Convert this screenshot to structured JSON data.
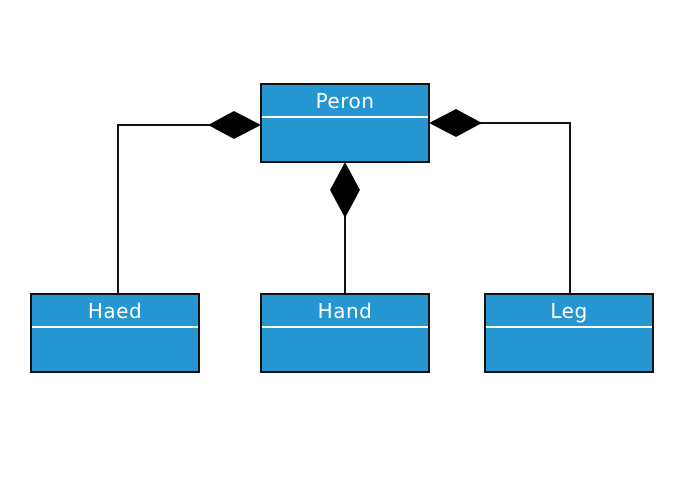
{
  "diagram": {
    "type": "uml-composition",
    "node_fill_color": "#2596d1",
    "node_border_color": "#111111",
    "node_text_color": "#ffffff",
    "diamond_color": "#000000",
    "connector_color": "#111111",
    "classes": [
      {
        "name": "Peron",
        "role": "whole"
      },
      {
        "name": "Haed",
        "role": "part"
      },
      {
        "name": "Hand",
        "role": "part"
      },
      {
        "name": "Leg",
        "role": "part"
      }
    ],
    "relationships": [
      {
        "from": "Peron",
        "to": "Haed",
        "kind": "composition"
      },
      {
        "from": "Peron",
        "to": "Hand",
        "kind": "composition"
      },
      {
        "from": "Peron",
        "to": "Leg",
        "kind": "composition"
      }
    ]
  }
}
